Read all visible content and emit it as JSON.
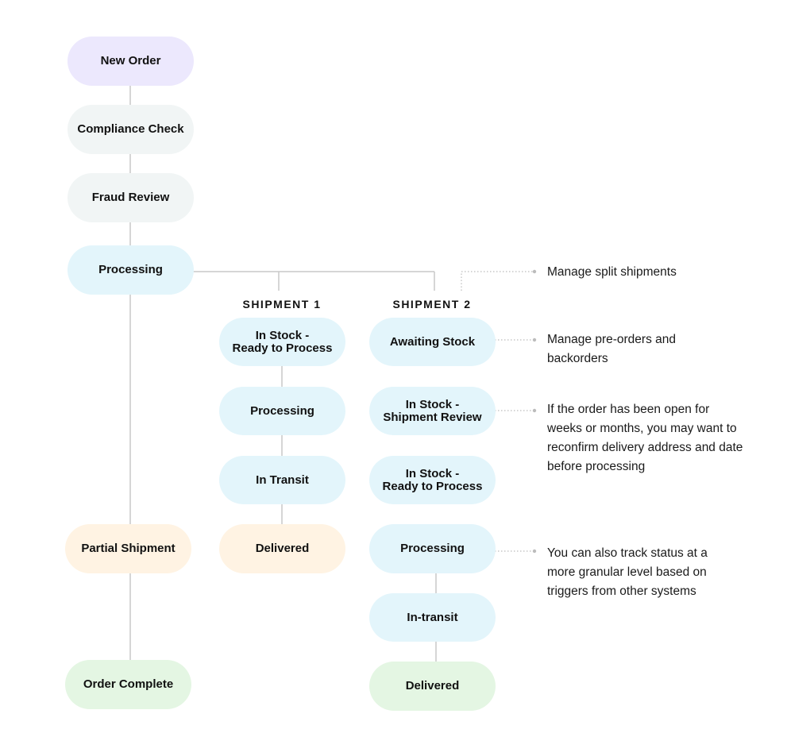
{
  "colors": {
    "purple": "#ece8fd",
    "gray": "#f1f5f5",
    "blue": "#e3f5fb",
    "orange": "#fff3e3",
    "green": "#e4f6e3",
    "connector": "#c8c8c8",
    "dotted": "#bcbcbc"
  },
  "main_flow": {
    "new_order": "New Order",
    "compliance_check": "Compliance Check",
    "fraud_review": "Fraud Review",
    "processing": "Processing",
    "partial_shipment": "Partial Shipment",
    "order_complete": "Order Complete"
  },
  "shipment1": {
    "header": "SHIPMENT 1",
    "in_stock_ready": "In Stock -\nReady to Process",
    "processing": "Processing",
    "in_transit": "In Transit",
    "delivered": "Delivered"
  },
  "shipment2": {
    "header": "SHIPMENT 2",
    "awaiting_stock": "Awaiting Stock",
    "in_stock_review": "In Stock -\nShipment Review",
    "in_stock_ready": "In Stock -\nReady to Process",
    "processing": "Processing",
    "in_transit": "In-transit",
    "delivered": "Delivered"
  },
  "notes": {
    "split": "Manage split shipments",
    "preorders": "Manage pre-orders and backorders",
    "reconfirm": "If the order has been open for weeks or months, you may want to reconfirm delivery address and date before processing",
    "granular": "You can also track status at a more granular level based on triggers from other systems"
  }
}
